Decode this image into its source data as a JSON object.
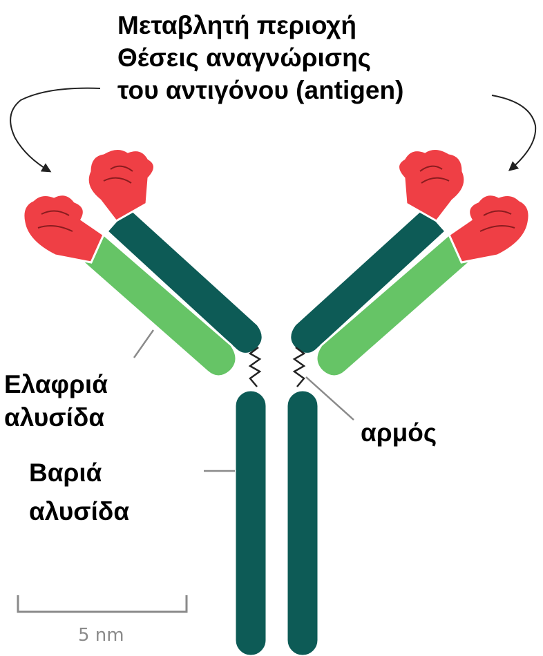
{
  "title_lines": [
    "Μεταβλητή περιοχή",
    "Θέσεις αναγνώρισης",
    "του αντιγόνου (antigen)"
  ],
  "labels": {
    "light_chain": [
      "Ελαφριά",
      "αλυσίδα"
    ],
    "heavy_chain": [
      "Βαριά",
      "αλυσίδα"
    ],
    "hinge": "αρμός",
    "scale_bar": "5 nm"
  },
  "colors": {
    "heavy_chain": "#0d5b56",
    "light_chain": "#66c466",
    "variable_region": "#ef3f45",
    "outline": "#ffffff",
    "leader_line": "#8a8a8a",
    "arrow": "#222222"
  },
  "icons": [
    "antibody-y-shape",
    "curved-arrow-icon"
  ]
}
